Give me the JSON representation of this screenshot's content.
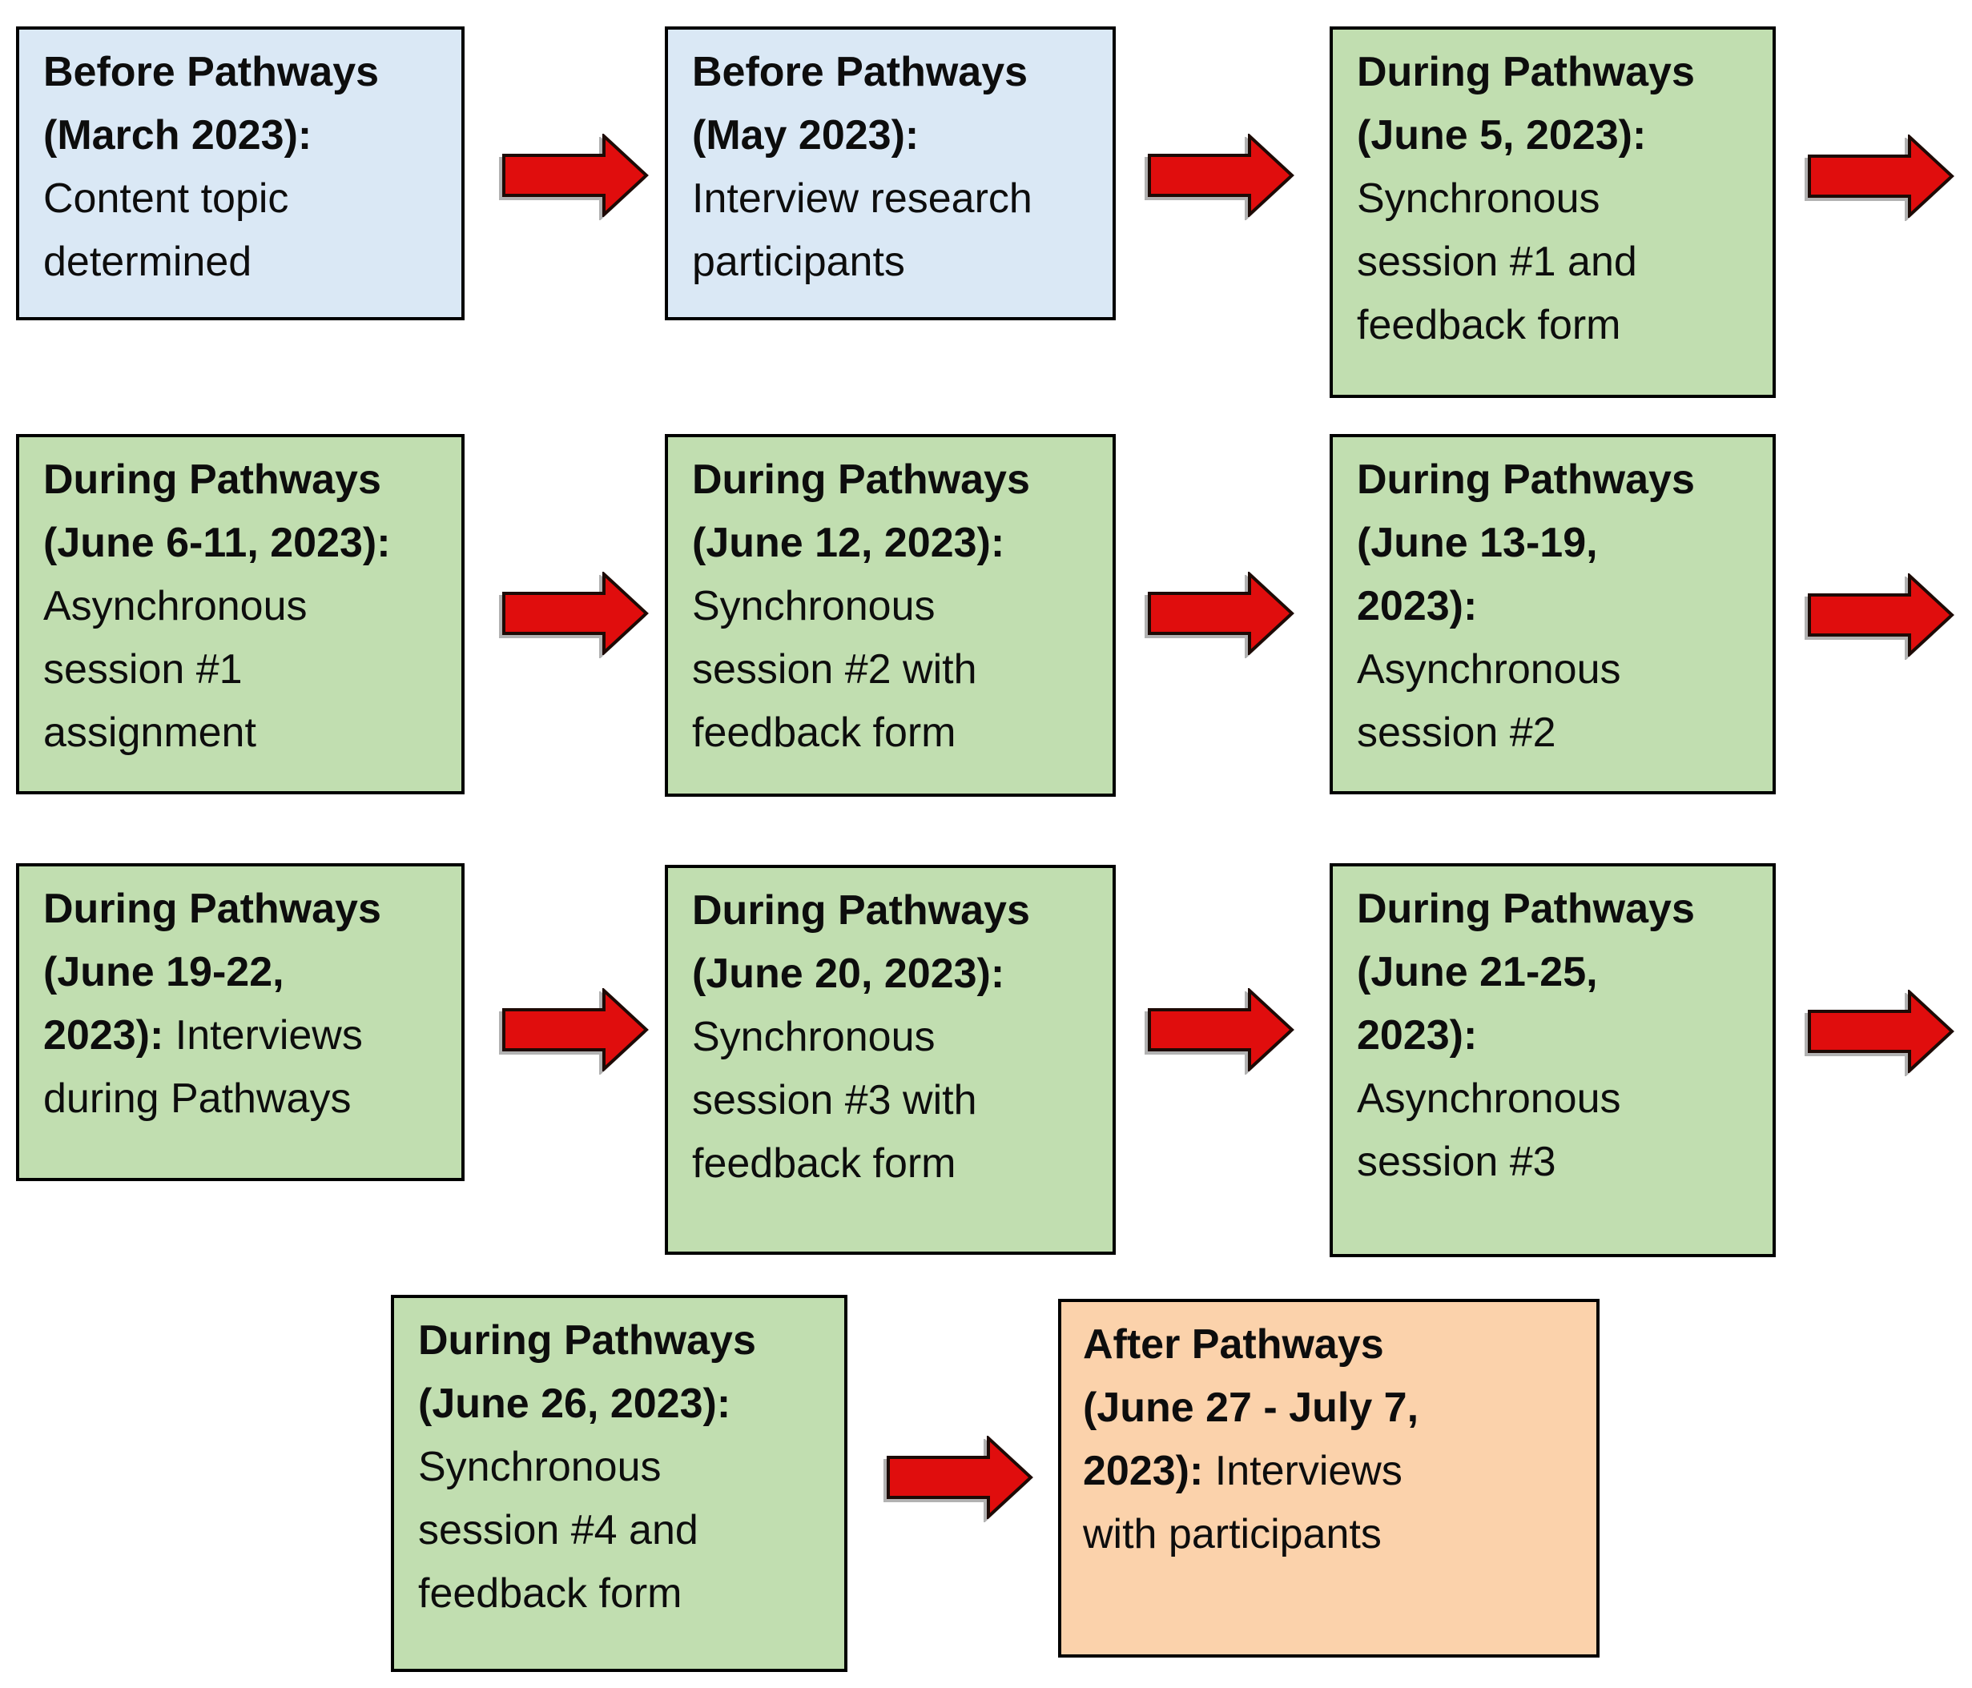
{
  "diagram": {
    "type": "flowchart-timeline",
    "colors": {
      "before_fill": "#dae8f5",
      "during_fill": "#c1deb0",
      "after_fill": "#fbd2ab",
      "arrow_fill": "#e00d0d",
      "arrow_outline": "#1d0a05",
      "box_border": "#000000",
      "text_color": "#0d0d0d"
    },
    "arrow_icon": "right-block-arrow",
    "steps": [
      {
        "phase": "before",
        "title": "Before Pathways (March 2023):",
        "description": "Content topic determined"
      },
      {
        "phase": "before",
        "title": "Before Pathways (May 2023):",
        "description": "Interview research participants"
      },
      {
        "phase": "during",
        "title": "During Pathways (June 5, 2023):",
        "description": "Synchronous session #1 and feedback form"
      },
      {
        "phase": "during",
        "title": "During Pathways (June 6-11, 2023):",
        "description": "Asynchronous session #1 assignment"
      },
      {
        "phase": "during",
        "title": "During Pathways (June 12, 2023):",
        "description": "Synchronous session #2 with feedback form"
      },
      {
        "phase": "during",
        "title": "During Pathways (June 13-19, 2023):",
        "description": "Asynchronous session #2"
      },
      {
        "phase": "during",
        "title": "During Pathways (June 19-22, 2023):",
        "description": "Interviews during Pathways"
      },
      {
        "phase": "during",
        "title": "During Pathways (June 20, 2023):",
        "description": "Synchronous session #3 with feedback form"
      },
      {
        "phase": "during",
        "title": "During Pathways (June 21-25, 2023):",
        "description": "Asynchronous session #3"
      },
      {
        "phase": "during",
        "title": "During Pathways (June 26, 2023):",
        "description": "Synchronous session #4 and feedback form"
      },
      {
        "phase": "after",
        "title": "After Pathways (June 27 - July 7, 2023):",
        "description": "Interviews with participants"
      }
    ]
  }
}
